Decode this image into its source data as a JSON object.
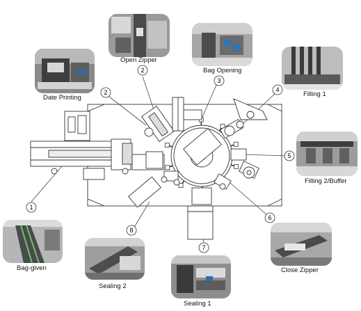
{
  "diagram": {
    "stations": [
      {
        "number": "1",
        "label": "Bag-given"
      },
      {
        "number": "2",
        "label": "Open Zipper"
      },
      {
        "number": "2",
        "label": "Date Printing"
      },
      {
        "number": "3",
        "label": "Bag Opening"
      },
      {
        "number": "4",
        "label": "Filling 1"
      },
      {
        "number": "5",
        "label": "Filling 2/Buffer"
      },
      {
        "number": "6",
        "label": "Close Zipper"
      },
      {
        "number": "7",
        "label": "Sealing 1"
      },
      {
        "number": "8",
        "label": "Sealing 2"
      }
    ]
  },
  "colors": {
    "line": "#333333",
    "photo_dark": "#5a5a5a",
    "photo_light": "#cfcfcf"
  }
}
